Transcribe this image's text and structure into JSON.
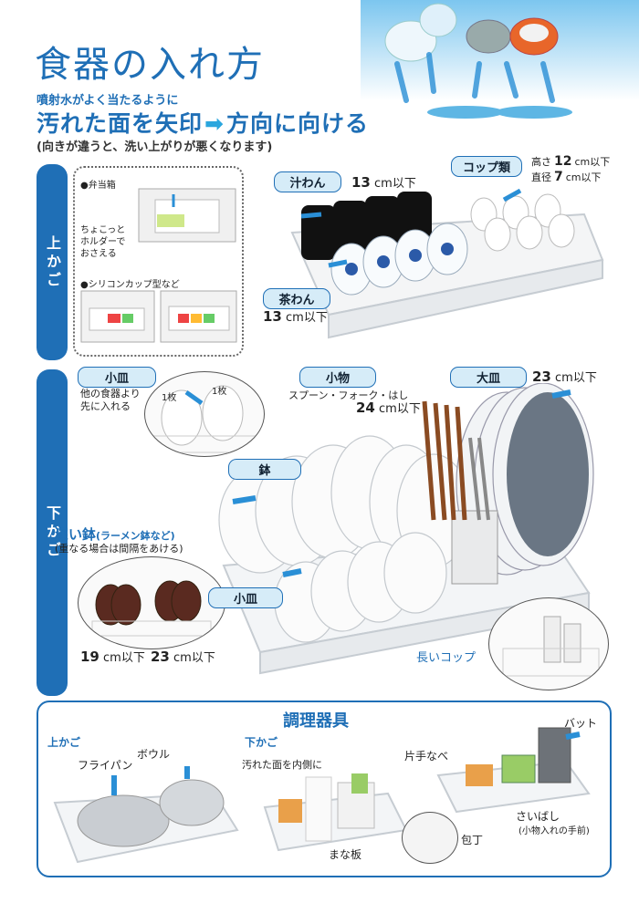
{
  "header": {
    "title": "食器の入れ方",
    "subtitle_small": "噴射水がよく当たるように",
    "subtitle_big_part1": "汚れた面を矢印",
    "subtitle_big_part2": "方向に向ける",
    "subtitle_note": "(向きが違うと、洗い上がりが悪くなります)"
  },
  "upper": {
    "side_label": "上かご",
    "inset": {
      "bento_label": "●弁当箱",
      "holder_label": "ちょこっと\nホルダーで\nおさえる",
      "silicon_label": "●シリコンカップ型など"
    },
    "shiruwan": {
      "label": "汁わん",
      "size_value": "13",
      "size_unit": "cm以下"
    },
    "cups": {
      "label": "コップ類",
      "height_label": "高さ",
      "height_value": "12",
      "height_unit": "cm以下",
      "diam_label": "直径",
      "diam_value": "7",
      "diam_unit": "cm以下"
    },
    "chawan": {
      "label": "茶わん",
      "size_value": "13",
      "size_unit": "cm以下"
    }
  },
  "lower": {
    "side_label": "下かご",
    "kozara_top": {
      "label": "小皿",
      "note": "他の食器より\n先に入れる",
      "count1": "1枚",
      "count2": "1枚"
    },
    "komono": {
      "label": "小物",
      "note": "スプーン・フォーク・はし",
      "size_value": "24",
      "size_unit": "cm以下"
    },
    "oozara": {
      "label": "大皿",
      "size_value": "23",
      "size_unit": "cm以下"
    },
    "hachi": {
      "label": "鉢"
    },
    "fukaibachi": {
      "label": "深い鉢",
      "label_paren": "(ラーメン鉢など)",
      "note": "(重なる場合は間隔をあける)",
      "size1_value": "19",
      "size1_unit": "cm以下",
      "size2_value": "23",
      "size2_unit": "cm以下"
    },
    "kozara_bottom": {
      "label": "小皿"
    },
    "long_cup": {
      "label": "長いコップ"
    }
  },
  "cookware": {
    "title": "調理器具",
    "upper_label": "上かご",
    "fryingpan": "フライパン",
    "bowl": "ボウル",
    "lower_label": "下かご",
    "dirty_inside": "汚れた面を内側に",
    "cutting_board": "まな板",
    "katatenabe": "片手なべ",
    "vat": "バット",
    "saibashi": "さいばし",
    "saibashi_note": "(小物入れの手前)",
    "knife": "包丁"
  },
  "colors": {
    "accent": "#1f6fb6",
    "pill_bg": "#d6ecf8",
    "arrow": "#2a8fd6"
  }
}
